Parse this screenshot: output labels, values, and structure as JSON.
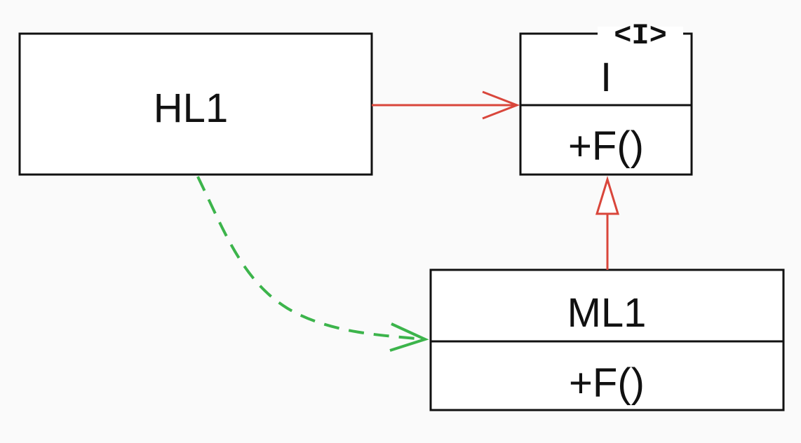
{
  "diagram": {
    "nodes": {
      "hl1": {
        "label": "HL1"
      },
      "interface_i": {
        "stereotype": "<I>",
        "name": "I",
        "member": "+F()"
      },
      "ml1": {
        "name": "ML1",
        "member": "+F()"
      }
    },
    "edges": [
      {
        "from": "HL1",
        "to": "I",
        "kind": "association",
        "color": "#d9463b"
      },
      {
        "from": "ML1",
        "to": "I",
        "kind": "realization",
        "color": "#d9463b"
      },
      {
        "from": "HL1",
        "to": "ML1",
        "kind": "dependency",
        "color": "#3cb44b"
      }
    ],
    "colors": {
      "association": "#d9463b",
      "realization": "#d9463b",
      "dependency": "#3cb44b",
      "outline": "#111111"
    }
  }
}
